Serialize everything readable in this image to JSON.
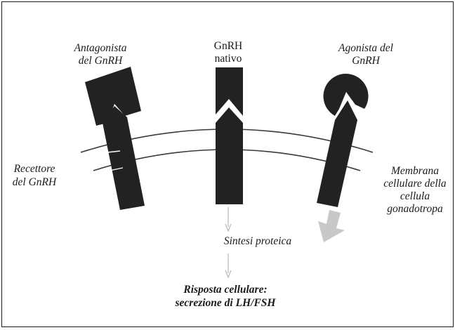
{
  "labels": {
    "antagonist_line1": "Antagonista",
    "antagonist_line2": "del GnRH",
    "native_line1": "GnRH",
    "native_line2": "nativo",
    "agonist_line1": "Agonista del",
    "agonist_line2": "GnRH",
    "receptor_line1": "Recettore",
    "receptor_line2": "del GnRH",
    "membrane_line1": "Membrana",
    "membrane_line2": "cellulare della",
    "membrane_line3": "cellula",
    "membrane_line4": "gonadotropa",
    "synthesis": "Sintesi proteica",
    "response_line1": "Risposta cellulare:",
    "response_line2": "secrezione di LH/FSH"
  },
  "colors": {
    "shape_fill": "#222222",
    "membrane_line": "#3a3a3a",
    "arrow_gray": "#c8c8c8",
    "thin_arrow": "#b8b8b8"
  }
}
